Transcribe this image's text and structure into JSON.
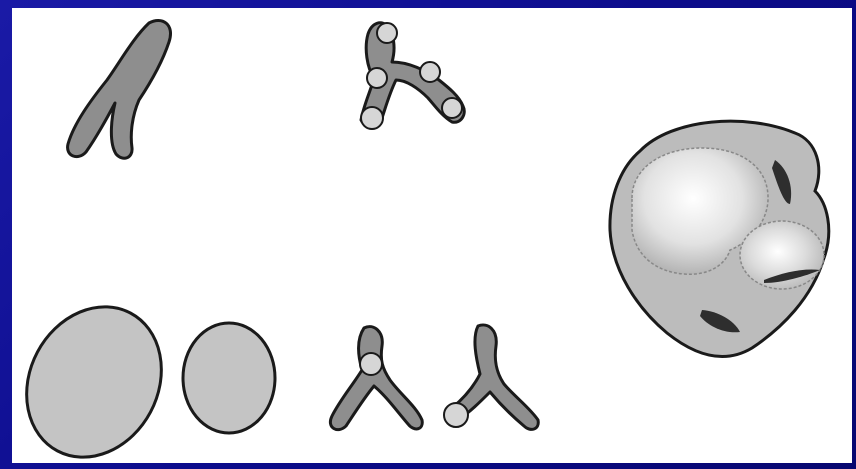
{
  "slide": {
    "background_color": "#0c0c8c",
    "panel_color": "#ffffff"
  },
  "figure": {
    "colors": {
      "outline": "#1a1a1a",
      "dark_fill": "#8e8e8e",
      "light_fill": "#c4c4c4",
      "node_fill": "#d6d6d6",
      "granule_fill": "#2e2e2e"
    },
    "shapes": [
      "rod-shape",
      "branched-shape-with-nodes",
      "large-oval-shape",
      "small-oval-shape",
      "small-y-shape-with-node",
      "small-y-shape-with-end-node",
      "large-cell-with-inclusions"
    ]
  }
}
